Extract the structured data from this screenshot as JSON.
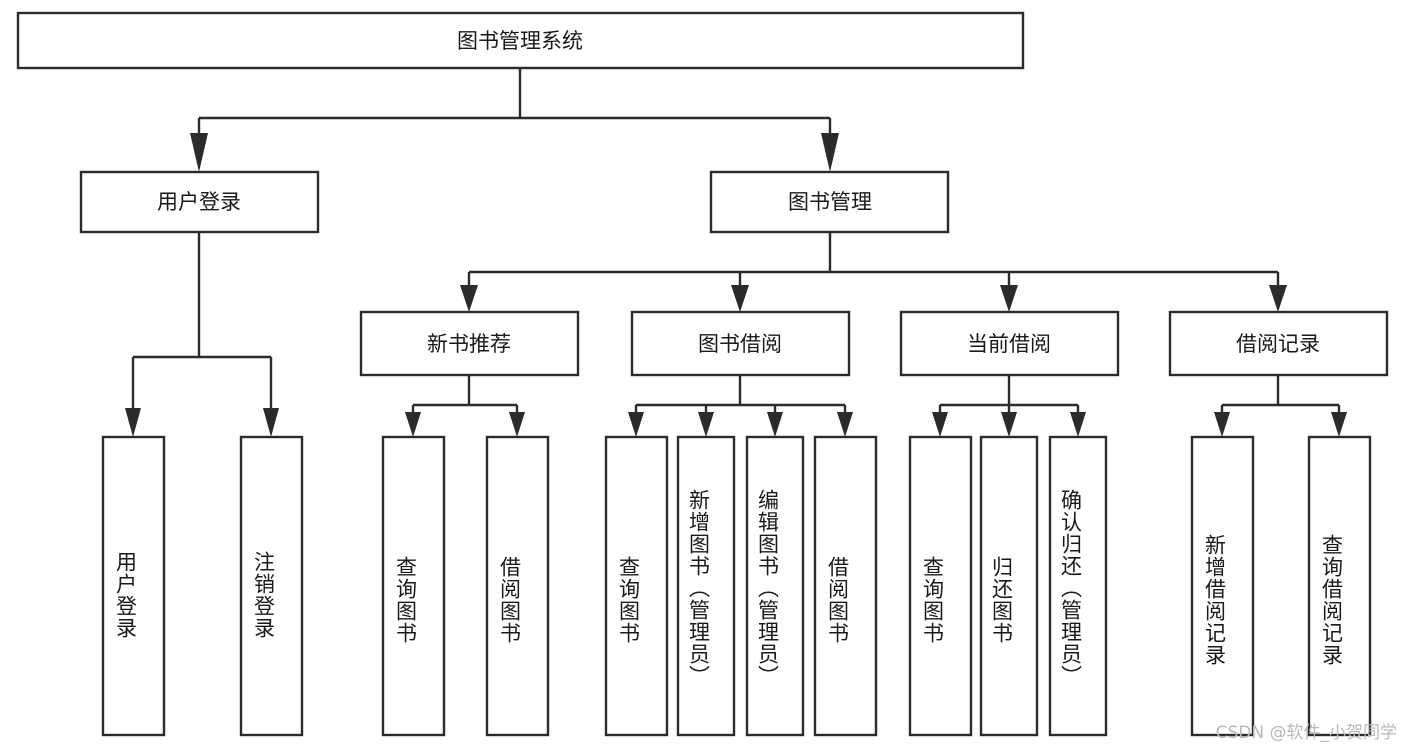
{
  "diagram": {
    "title": "图书管理系统",
    "type": "hierarchy-tree",
    "orientation": "top-down",
    "root": {
      "id": "root",
      "label": "图书管理系统",
      "orientation": "horizontal"
    },
    "level2": [
      {
        "id": "user-login",
        "label": "用户登录",
        "orientation": "horizontal"
      },
      {
        "id": "book-management",
        "label": "图书管理",
        "orientation": "horizontal"
      }
    ],
    "level3": [
      {
        "id": "new-book-recommend",
        "label": "新书推荐",
        "orientation": "horizontal",
        "parent": "book-management"
      },
      {
        "id": "book-borrow",
        "label": "图书借阅",
        "orientation": "horizontal",
        "parent": "book-management"
      },
      {
        "id": "current-borrow",
        "label": "当前借阅",
        "orientation": "horizontal",
        "parent": "book-management"
      },
      {
        "id": "borrow-record",
        "label": "借阅记录",
        "orientation": "horizontal",
        "parent": "book-management"
      }
    ],
    "leaves": [
      {
        "id": "leaf-user-login",
        "label": "用户登录",
        "orientation": "vertical",
        "parent": "user-login"
      },
      {
        "id": "leaf-user-logout",
        "label": "注销登录",
        "orientation": "vertical",
        "parent": "user-login"
      },
      {
        "id": "leaf-query-book-1",
        "label": "查询图书",
        "orientation": "vertical",
        "parent": "new-book-recommend"
      },
      {
        "id": "leaf-borrow-book-1",
        "label": "借阅图书",
        "orientation": "vertical",
        "parent": "new-book-recommend"
      },
      {
        "id": "leaf-query-book-2",
        "label": "查询图书",
        "orientation": "vertical",
        "parent": "book-borrow"
      },
      {
        "id": "leaf-add-book",
        "label": "新增图书（管理员）",
        "orientation": "vertical",
        "parent": "book-borrow"
      },
      {
        "id": "leaf-edit-book",
        "label": "编辑图书（管理员）",
        "orientation": "vertical",
        "parent": "book-borrow"
      },
      {
        "id": "leaf-borrow-book-2",
        "label": "借阅图书",
        "orientation": "vertical",
        "parent": "book-borrow"
      },
      {
        "id": "leaf-query-book-3",
        "label": "查询图书",
        "orientation": "vertical",
        "parent": "current-borrow"
      },
      {
        "id": "leaf-return-book",
        "label": "归还图书",
        "orientation": "vertical",
        "parent": "current-borrow"
      },
      {
        "id": "leaf-confirm-return",
        "label": "确认归还（管理员）",
        "orientation": "vertical",
        "parent": "current-borrow"
      },
      {
        "id": "leaf-add-record",
        "label": "新增借阅记录",
        "orientation": "vertical",
        "parent": "borrow-record"
      },
      {
        "id": "leaf-query-record",
        "label": "查询借阅记录",
        "orientation": "vertical",
        "parent": "borrow-record"
      }
    ],
    "colors": {
      "stroke": "#2b2b2b",
      "fill": "#ffffff",
      "text": "#1a1a1a",
      "watermark": "#b9b9b9",
      "background": "#ffffff"
    }
  },
  "watermark": {
    "text": "CSDN @软件_小贺同学"
  }
}
